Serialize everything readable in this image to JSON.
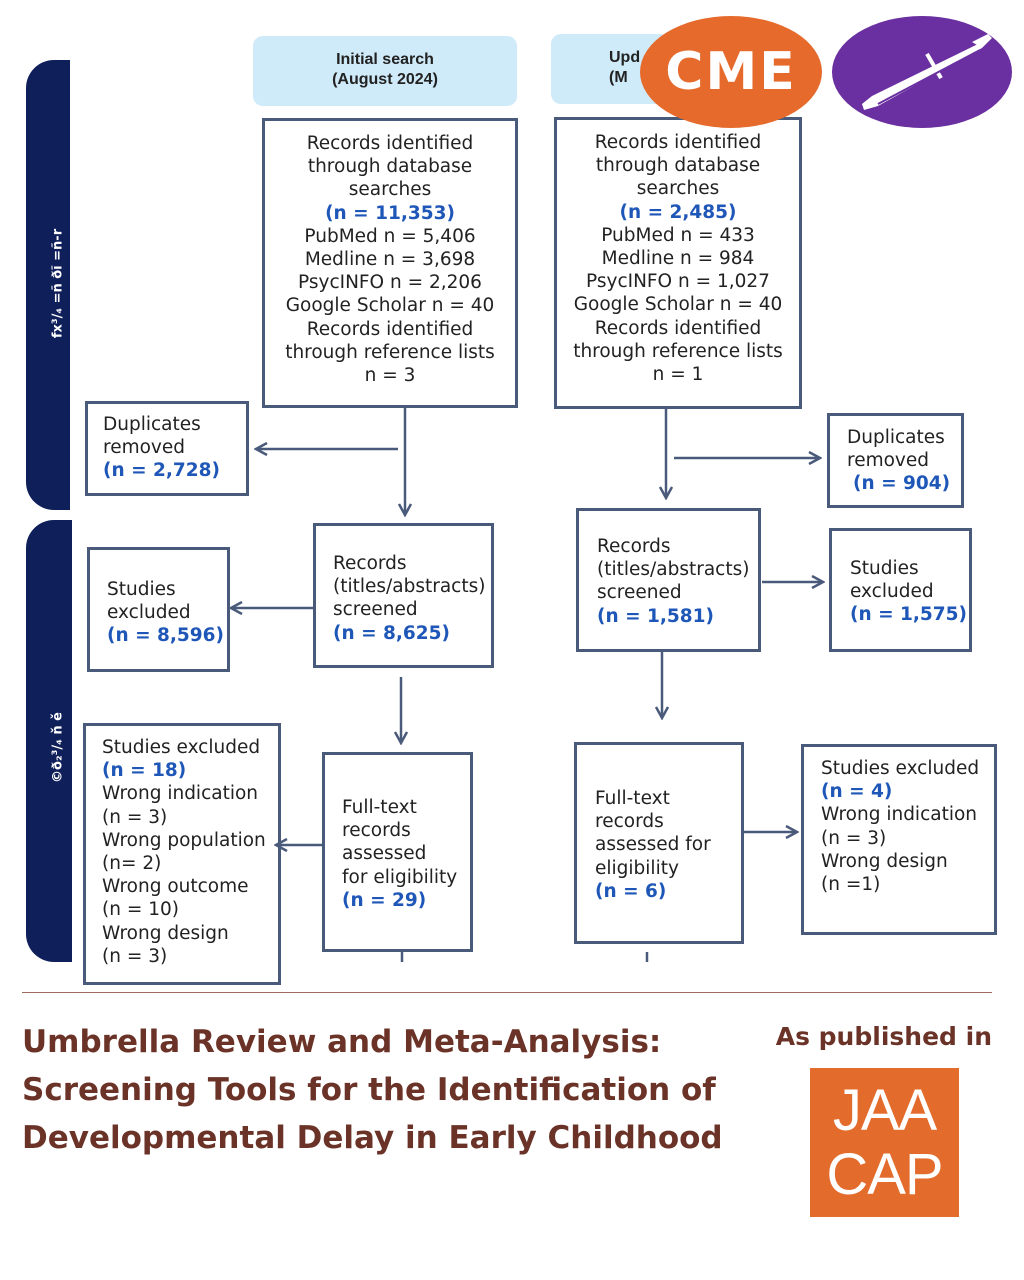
{
  "sidebar": {
    "identification_label": "fx³/₄ =ñ ðĩ =ñ-r",
    "screening_label": "©ð₂³/₄ ň ě"
  },
  "left": {
    "header": {
      "line1": "Initial search",
      "line2": "(August 2024)"
    },
    "records": {
      "lines": [
        "Records identified",
        "through database",
        "searches"
      ],
      "total": "(n = 11,353)",
      "sources": [
        "PubMed n = 5,406",
        "Medline n = 3,698",
        "PsycINFO n = 2,206",
        "Google Scholar n = 40",
        "Records identified",
        "through reference lists",
        "n = 3"
      ]
    },
    "duplicates": {
      "lines": [
        "Duplicates",
        "removed"
      ],
      "n": "(n = 2,728)"
    },
    "screened": {
      "lines": [
        "Records",
        "(titles/abstracts)",
        "screened"
      ],
      "n": "(n = 8,625)"
    },
    "excluded": {
      "lines": [
        "Studies",
        "excluded"
      ],
      "n": "(n = 8,596)"
    },
    "fulltext": {
      "lines": [
        "Full-text",
        "records",
        "assessed",
        "for eligibility"
      ],
      "n": "(n = 29)"
    },
    "fulltext_excluded": {
      "line1": "Studies excluded",
      "n": "(n = 18)",
      "reasons": [
        "Wrong indication",
        "(n = 3)",
        "Wrong population",
        "(n= 2)",
        "Wrong outcome",
        "(n = 10)",
        "Wrong design",
        "(n = 3)"
      ]
    }
  },
  "right": {
    "header": {
      "line1": "Upd",
      "line2": "(M"
    },
    "records": {
      "lines": [
        "Records identified",
        "through database",
        "searches"
      ],
      "total": "(n = 2,485)",
      "sources": [
        "PubMed n = 433",
        "Medline n = 984",
        "PsycINFO n = 1,027",
        "Google Scholar n = 40",
        "Records identified",
        "through reference lists",
        "n = 1"
      ]
    },
    "duplicates": {
      "lines": [
        "Duplicates",
        "removed"
      ],
      "n": "(n = 904)"
    },
    "screened": {
      "lines": [
        "Records",
        "(titles/abstracts)",
        "screened"
      ],
      "n": "(n = 1,581)"
    },
    "excluded": {
      "lines": [
        "Studies",
        "excluded"
      ],
      "n": "(n = 1,575)"
    },
    "fulltext": {
      "lines": [
        "Full-text",
        "records",
        "assessed for",
        "eligibility"
      ],
      "n": "(n = 6)"
    },
    "fulltext_excluded": {
      "line1": "Studies excluded",
      "n": "(n = 4)",
      "reasons": [
        "Wrong indication",
        "(n = 3)",
        "Wrong design",
        "(n =1)"
      ]
    }
  },
  "badges": {
    "cme": "CME",
    "pen_icon": "pen-icon"
  },
  "footer": {
    "title_lines": [
      "Umbrella Review and Meta-Analysis:",
      "Screening Tools for the Identification of",
      "Developmental Delay in Early Childhood"
    ],
    "published": "As published in",
    "journal_line1": "JAA",
    "journal_line2": "CAP"
  },
  "colors": {
    "navy": "#0f1f5a",
    "header_blue": "#cfeaf8",
    "accent_blue": "#1f57b8",
    "cme_orange": "#e56a2c",
    "pen_purple": "#6a2fa0",
    "title_brown": "#6b3327",
    "jaacap_orange": "#e36c2d"
  }
}
